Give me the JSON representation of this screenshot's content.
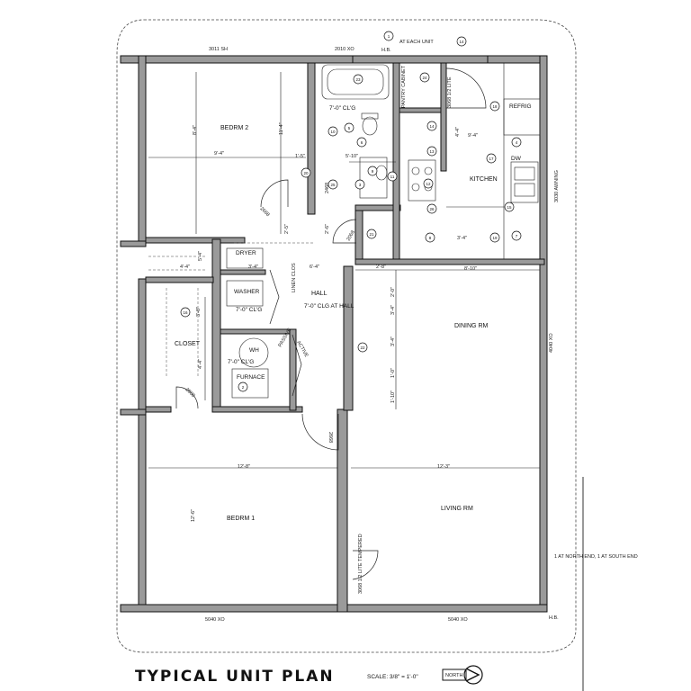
{
  "title": "TYPICAL UNIT PLAN",
  "scale": "SCALE: 3/8\" = 1'-0\"",
  "north": "NORTH",
  "rooms": {
    "bedroom2": "BEDRM 2",
    "bedroom1": "BEDRM 1",
    "kitchen": "KITCHEN",
    "hall": "HALL",
    "closet": "CLOSET",
    "dining": "DINING RM",
    "living": "LIVING RM",
    "dryer": "DRYER",
    "washer": "WASHER",
    "furnace": "FURNACE",
    "wh": "WH",
    "refrig": "REFRIG",
    "dw": "DW",
    "pantry": "PANTRY CABINET",
    "linen": "LINEN CLOS"
  },
  "notes": {
    "hb_top": "AT EACH UNIT",
    "hb": "H.B.",
    "clg_bath": "7'-0\" CL'G",
    "clg_laundry": "7'-0\" CL'G",
    "clg_hall": "7'-0\" CLG AT HALL",
    "clg_furnace": "7'-0\" CL'G",
    "active": "ACTIVE",
    "passive": "PASSIVE",
    "lite_top": "3068 1/2 LITE",
    "lite_bottom": "3068 1/2 LITE TEMPERED",
    "awning": "3030 AWNING",
    "xo_right": "4040 XO",
    "side_note": "1 AT NORTH END, 1 AT SOUTH END"
  },
  "windows": {
    "top_left": "3011 SH",
    "top_mid": "2010 XO",
    "bottom_left": "5040 XO",
    "bottom_right": "5040 XO"
  },
  "doors": {
    "d1": "2668",
    "d2": "2468",
    "d3": "2068",
    "d4": "2668",
    "d5": "2868"
  },
  "dims": {
    "a": "8'-4\"",
    "b": "9'-4\"",
    "c": "11'-4\"",
    "d": "1'-5\"",
    "e": "5'-10\"",
    "f": "2'-5\"",
    "g": "3'-4\"",
    "h": "6'-4\"",
    "i": "4'-4\"",
    "j": "2'-8\"",
    "k": "8'-10\"",
    "l": "2'-0\"",
    "m": "3'-4\"",
    "n": "3'-4\"",
    "o": "1'-0\"",
    "p": "1'-10\"",
    "q": "12'-8\"",
    "r": "12'-3\"",
    "s": "12'-6\"",
    "t": "5'-4\"",
    "u": "4'-4\"",
    "v": "2'-6\"",
    "w": "3'-4\"",
    "x": "9'-4\"",
    "y": "3'-8\"",
    "z": "4'-4\""
  },
  "tags": [
    "1",
    "14",
    "10",
    "5",
    "23",
    "24",
    "6",
    "9",
    "11",
    "12",
    "13",
    "14",
    "17",
    "18",
    "20",
    "21",
    "22",
    "25",
    "26",
    "3",
    "2",
    "8",
    "7",
    "4",
    "19",
    "16",
    "15"
  ]
}
